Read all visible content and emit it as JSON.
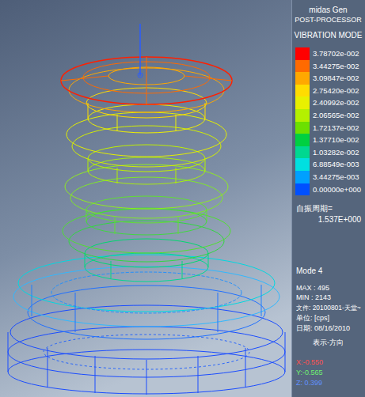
{
  "diagram": {
    "labels": [
      "midas Gen",
      "POST-PROCESSOR",
      "VIBRATION MODE",
      "自振周期=",
      "1.537E+000",
      "Mode 4",
      "MAX : 495",
      "MIN : 2143",
      "文件: 20100801-天堂~",
      "单位: [cps]",
      "日期: 08/16/2010",
      "表示-方向",
      "X:-0.550",
      "Y:-0.565",
      "Z: 0.399"
    ],
    "legend": [
      {
        "text": "3.78702e-002",
        "color": "#ff0000"
      },
      {
        "text": "3.44275e-002",
        "color": "#ff6a00"
      },
      {
        "text": "3.09847e-002",
        "color": "#ffa800"
      },
      {
        "text": "2.75420e-002",
        "color": "#ffdc00"
      },
      {
        "text": "2.40992e-002",
        "color": "#e8f000"
      },
      {
        "text": "2.06565e-002",
        "color": "#b4f000"
      },
      {
        "text": "1.72137e-002",
        "color": "#6ce000"
      },
      {
        "text": "1.37710e-002",
        "color": "#00d040"
      },
      {
        "text": "1.03282e-002",
        "color": "#00d890"
      },
      {
        "text": "6.88549e-003",
        "color": "#00e0e0"
      },
      {
        "text": "3.44275e-003",
        "color": "#00a0ff"
      },
      {
        "text": "0.00000e+000",
        "color": "#0050ff"
      }
    ]
  }
}
